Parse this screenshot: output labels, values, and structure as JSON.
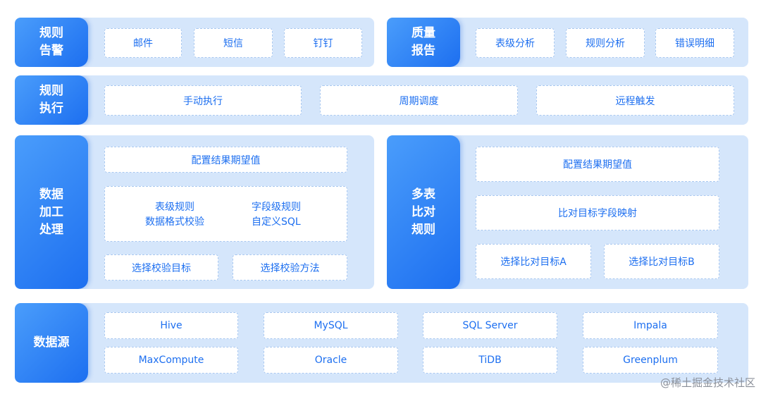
{
  "rule_alert": {
    "title": [
      "规则",
      "告警"
    ],
    "items": [
      "邮件",
      "短信",
      "钉钉"
    ]
  },
  "quality_report": {
    "title": [
      "质量",
      "报告"
    ],
    "items": [
      "表级分析",
      "规则分析",
      "错误明细"
    ]
  },
  "rule_execution": {
    "title": [
      "规则",
      "执行"
    ],
    "items": [
      "手动执行",
      "周期调度",
      "远程触发"
    ]
  },
  "data_processing": {
    "title": [
      "数据",
      "加工",
      "处理"
    ],
    "expect": "配置结果期望值",
    "rules": [
      "表级规则",
      "字段级规则",
      "数据格式校验",
      "自定义SQL"
    ],
    "select_target": "选择校验目标",
    "select_method": "选择校验方法"
  },
  "multi_table": {
    "title": [
      "多表",
      "比对",
      "规则"
    ],
    "expect": "配置结果期望值",
    "mapping": "比对目标字段映射",
    "target_a": "选择比对目标A",
    "target_b": "选择比对目标B"
  },
  "data_source": {
    "title": "数据源",
    "items": [
      "Hive",
      "MySQL",
      "SQL Server",
      "Impala",
      "MaxCompute",
      "Oracle",
      "TiDB",
      "Greenplum"
    ]
  },
  "watermark": "@稀土掘金技术社区"
}
